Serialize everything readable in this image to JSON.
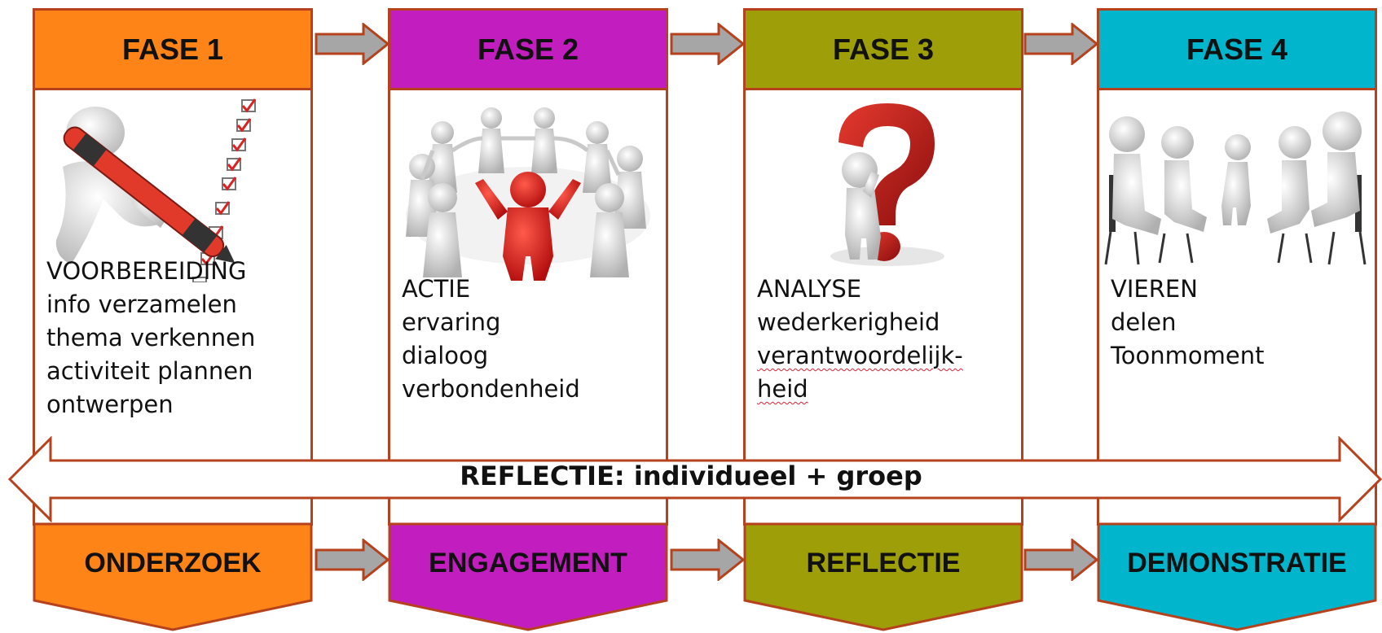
{
  "phases": [
    {
      "header": "FASE 1",
      "color": "#FF8418",
      "lines": [
        "VOORBEREIDING",
        "info verzamelen",
        "thema verkennen",
        "activiteit plannen",
        "ontwerpen"
      ],
      "footer": "ONDERZOEK",
      "illustration": "pen-checklist-icon"
    },
    {
      "header": "FASE 2",
      "color": "#C21DBE",
      "lines": [
        "ACTIE",
        "ervaring",
        "dialoog",
        "verbondenheid"
      ],
      "footer": "ENGAGEMENT",
      "illustration": "people-circle-icon"
    },
    {
      "header": "FASE 3",
      "color": "#9E9E08",
      "lines": [
        "ANALYSE",
        "wederkerigheid",
        "verantwoordelijk-",
        "heid"
      ],
      "footer": "REFLECTIE",
      "illustration": "question-mark-icon"
    },
    {
      "header": "FASE 4",
      "color": "#00B5CC",
      "lines": [
        "VIEREN",
        "delen",
        "Toonmoment"
      ],
      "footer": "DEMONSTRATIE",
      "illustration": "seated-group-icon"
    }
  ],
  "reflection": {
    "label": "REFLECTIE: individueel + groep"
  },
  "colors": {
    "border": "#B5421C",
    "arrow_fill": "#A6A6A6",
    "arrow_stroke": "#B5421C"
  }
}
